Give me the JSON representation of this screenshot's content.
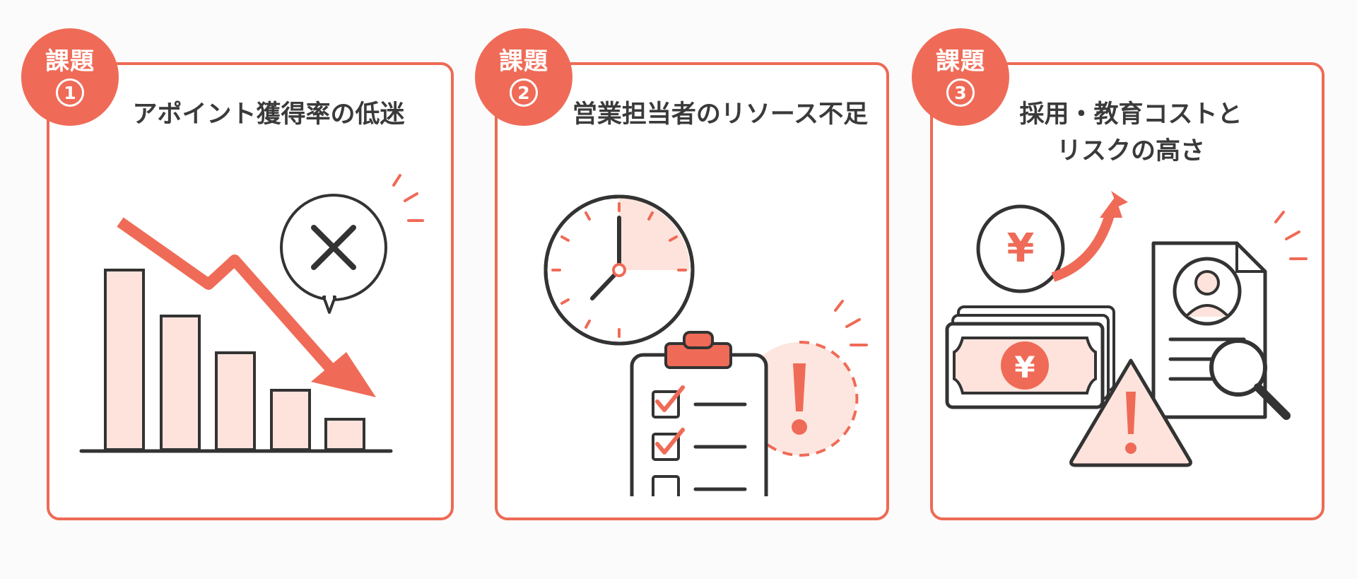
{
  "cards": [
    {
      "badge_label": "課題",
      "badge_number": "1",
      "title": "アポイント獲得率の低迷",
      "illustration": "declining-bar-chart-with-x-bubble"
    },
    {
      "badge_label": "課題",
      "badge_number": "2",
      "title": "営業担当者のリソース不足",
      "illustration": "clock-clipboard-checklist-alert"
    },
    {
      "badge_label": "課題",
      "badge_number": "3",
      "title_line1": "採用・教育コストと",
      "title_line2": "リスクの高さ",
      "illustration": "yen-money-resume-magnifier-warning",
      "yen_symbol": "¥"
    }
  ],
  "colors": {
    "accent": "#ef6b57",
    "fill_light": "#fde3dc",
    "outline": "#333333"
  }
}
